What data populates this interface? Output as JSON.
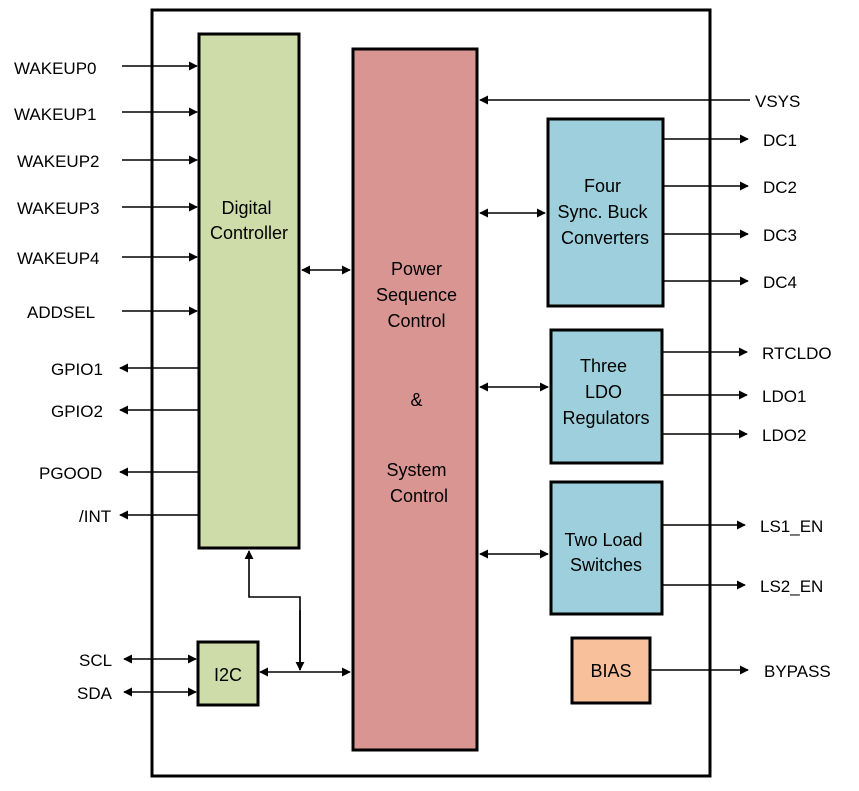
{
  "colors": {
    "digital_controller": "#cddca9",
    "power_sequence": "#d99592",
    "converters": "#9dd0dc",
    "i2c": "#cddca9",
    "bias": "#f8c09b",
    "outline": "#000000"
  },
  "blocks": {
    "digital_controller": [
      "Digital",
      "Controller"
    ],
    "power_sequence": [
      "Power",
      "Sequence",
      "Control",
      "&",
      "System",
      "Control"
    ],
    "buck": [
      "Four",
      "Sync. Buck",
      "Converters"
    ],
    "ldo": [
      "Three",
      "LDO",
      "Regulators"
    ],
    "load_switches": [
      "Two Load",
      "Switches"
    ],
    "i2c": "I2C",
    "bias": "BIAS"
  },
  "left_pins": {
    "wakeup0": "WAKEUP0",
    "wakeup1": "WAKEUP1",
    "wakeup2": "WAKEUP2",
    "wakeup3": "WAKEUP3",
    "wakeup4": "WAKEUP4",
    "addsel": "ADDSEL",
    "gpio1": "GPIO1",
    "gpio2": "GPIO2",
    "pgood": "PGOOD",
    "int": "/INT",
    "scl": "SCL",
    "sda": "SDA"
  },
  "right_pins": {
    "vsys": "VSYS",
    "dc1": "DC1",
    "dc2": "DC2",
    "dc3": "DC3",
    "dc4": "DC4",
    "rtcldo": "RTCLDO",
    "ldo1": "LDO1",
    "ldo2": "LDO2",
    "ls1_en": "LS1_EN",
    "ls2_en": "LS2_EN",
    "bypass": "BYPASS"
  }
}
